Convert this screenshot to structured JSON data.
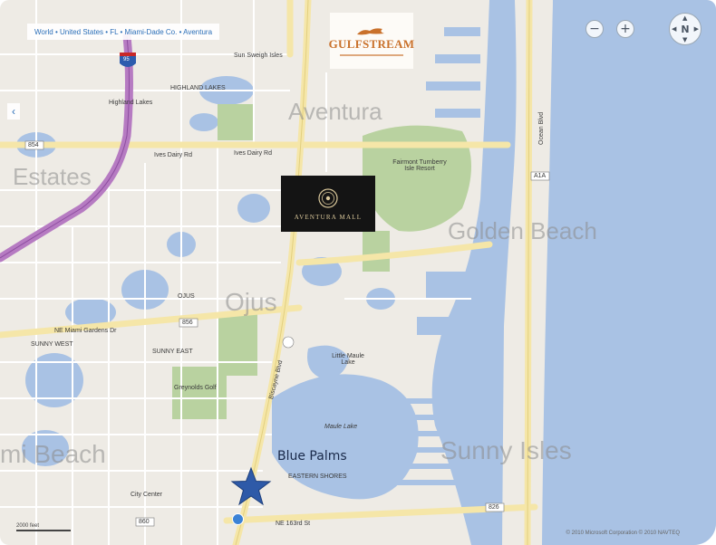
{
  "breadcrumb": "World • United States • FL • Miami-Dade Co. • Aventura",
  "logos": {
    "gulfstream": "GULFSTREAM",
    "aventura": "AVENTURA MALL"
  },
  "marker_label": "Blue Palms",
  "area_names": {
    "aventura": "Aventura",
    "estates": "Estates",
    "golden_beach": "Golden Beach",
    "ojus": "Ojus",
    "sunny_isles": "Sunny Isles",
    "miami_beach": "mi Beach"
  },
  "map_labels": {
    "sun_sweigh_isles": "Sun Sweigh Isles",
    "highland_lakes": "HIGHLAND LAKES",
    "highland_lakes_2": "Highland Lakes",
    "ives_dairy": "Ives Dairy Rd",
    "ives_dairy_2": "Ives Dairy Rd",
    "fairmont": "Fairmont Turnberry Isle Resort",
    "ojus_label": "OJUS",
    "golf": "Greynolds Golf",
    "sunny_east": "SUNNY EAST",
    "sunny_west": "SUNNY WEST",
    "city_center": "City Center",
    "maule_lake": "Maule Lake",
    "little_maule": "Little Maule Lake",
    "biscayne": "Biscayne Blvd",
    "ocean_blvd": "Ocean Blvd",
    "ne_163": "NE 163rd St",
    "ne_miami": "NE Miami Gardens Dr",
    "eastern_shores": "EASTERN SHORES",
    "highway_i95": "95",
    "road_854": "854",
    "road_856": "856",
    "road_826": "826",
    "road_a1a": "A1A",
    "road_860": "860"
  },
  "controls": {
    "zoom_out": "−",
    "zoom_in": "+",
    "compass": "N"
  },
  "copyright": "© 2010 Microsoft Corporation © 2010 NAVTEQ",
  "scale": "2000 feet",
  "colors": {
    "water": "#a9c2e4",
    "land": "#eeebe5",
    "park": "#b9d2a0",
    "road_major": "#f5e6a8",
    "highway": "#b67bc2",
    "marker": "#2e5aa8"
  }
}
